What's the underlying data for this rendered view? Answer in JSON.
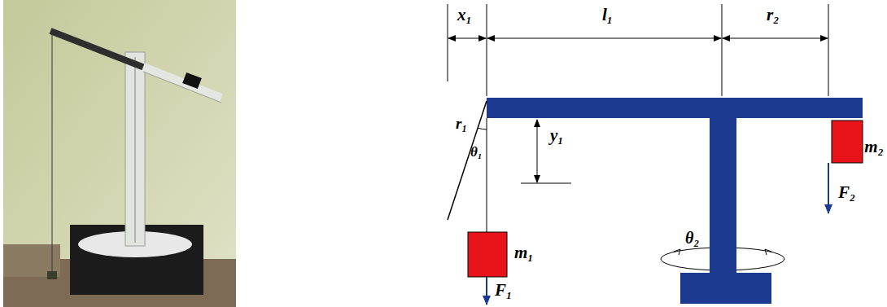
{
  "diagram": {
    "labels": [
      "x₁",
      "l₁",
      "r₂",
      "r₁",
      "θ₁",
      "y₁",
      "m₂",
      "F₂",
      "m₁",
      "F₁",
      "θ₂"
    ]
  }
}
